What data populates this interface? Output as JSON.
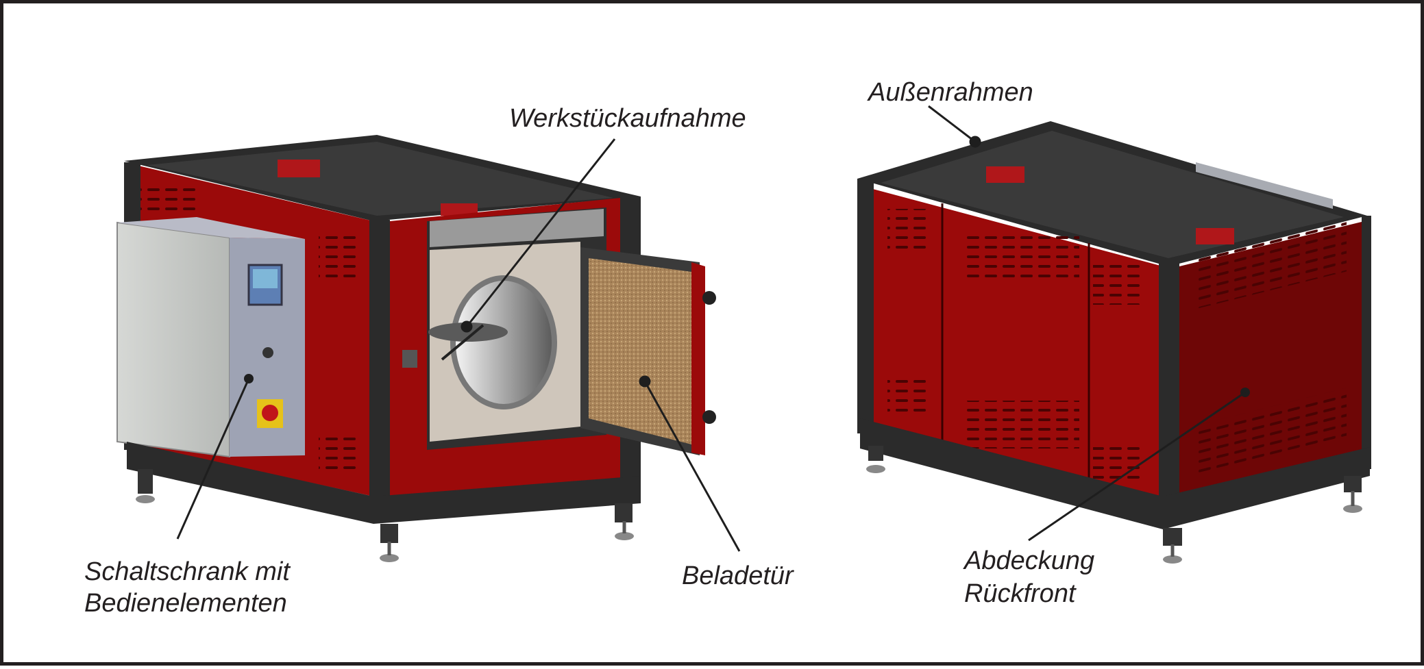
{
  "labels": {
    "werkstueck": "Werkstückaufnahme",
    "schaltschrank_1": "Schaltschrank mit",
    "schaltschrank_2": "Bedienelementen",
    "beladetuer": "Beladetür",
    "aussenrahmen": "Außenrahmen",
    "abdeckung_1": "Abdeckung",
    "abdeckung_2": "Rückfront"
  },
  "colors": {
    "frame": "#2b2b2b",
    "panel_red": "#9b0a0a",
    "panel_dark_red": "#6e0606",
    "cabinet": "#c9cbc8",
    "cabinet_side": "#9ea3b4",
    "chamber": "#cfc6bb",
    "door_insulation": "#b08a5e",
    "leader": "#1e1e1e"
  }
}
